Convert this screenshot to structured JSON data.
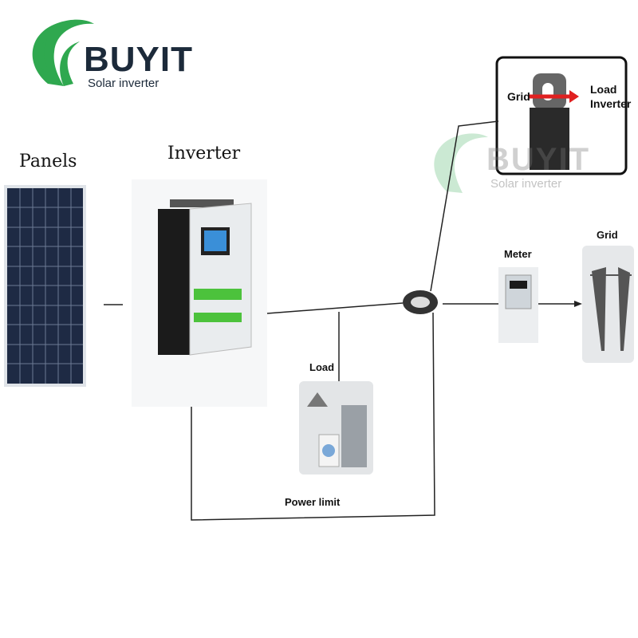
{
  "logo": {
    "brand": "BUYIT",
    "tagline": "Solar inverter"
  },
  "labels": {
    "panels": "Panels",
    "inverter": "Inverter",
    "load": "Load",
    "meter": "Meter",
    "grid": "Grid",
    "power_limit": "Power limit"
  },
  "ct_sensor": {
    "grid": "Grid",
    "load": "Load",
    "inverter": "Inverter"
  },
  "watermark": {
    "brand": "BUYIT",
    "tagline": "Solar inverter"
  },
  "colors": {
    "brand_green": "#2fa84f",
    "panel_blue": "#1e2a44",
    "arrow_red": "#e02020"
  }
}
